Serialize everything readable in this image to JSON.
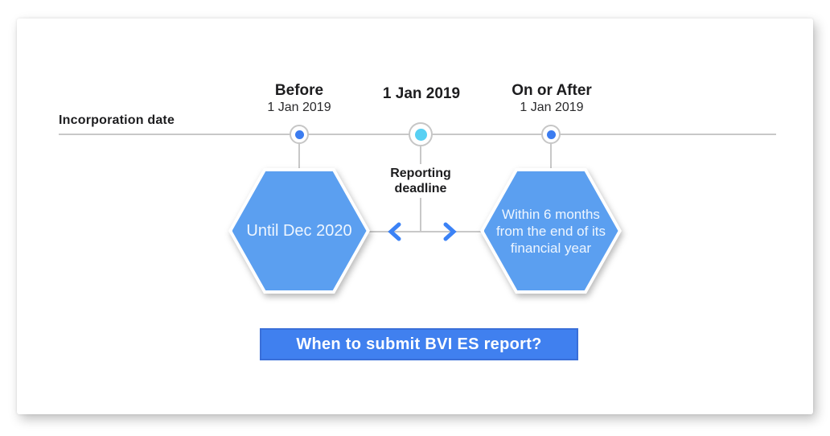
{
  "colors": {
    "accent_blue_dot": "#3b7cf0",
    "cyan_dot": "#58d0f3",
    "hexagon_blue": "#5b9ff0",
    "button_blue": "#4080ef",
    "button_border": "#3a6fd8",
    "line_gray": "#c8c8c8",
    "text_dark": "#1d1d1f"
  },
  "timeline": {
    "axis_label": "Incorporation date",
    "points": [
      {
        "title": "Before",
        "subtitle": "1 Jan 2019"
      },
      {
        "title": "1 Jan 2019"
      },
      {
        "title": "On or After",
        "subtitle": "1 Jan 2019"
      }
    ]
  },
  "reporting_deadline": {
    "line1": "Reporting",
    "line2": "deadline"
  },
  "hexagons": {
    "left": {
      "text": "Until Dec 2020"
    },
    "right": {
      "lines": [
        "Within 6 months",
        "from the end of its",
        "financial year"
      ]
    }
  },
  "cta": {
    "label": "When to submit BVI ES report?"
  }
}
